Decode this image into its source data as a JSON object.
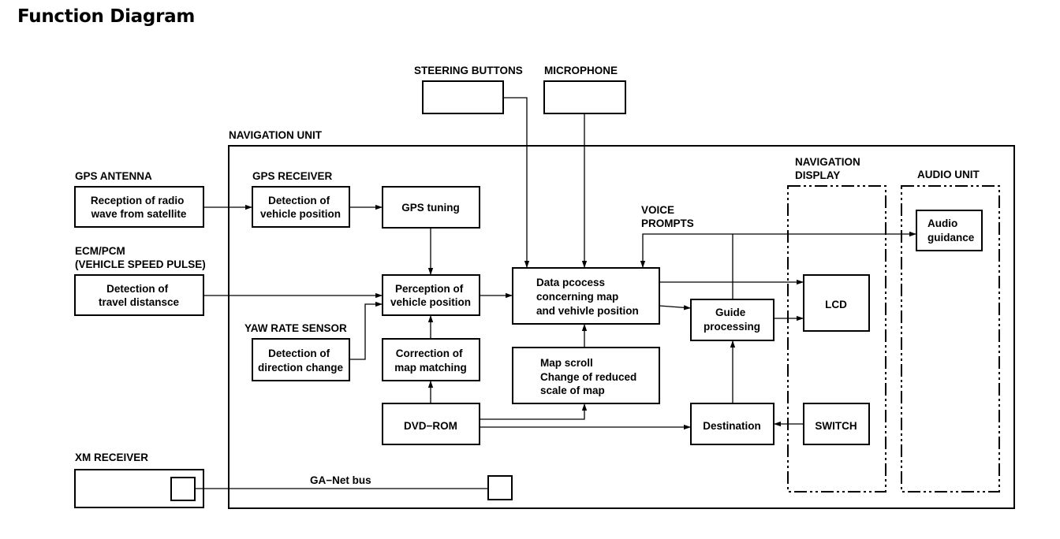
{
  "title": "Function Diagram",
  "labels": {
    "steering_buttons": "STEERING BUTTONS",
    "microphone": "MICROPHONE",
    "navigation_unit": "NAVIGATION UNIT",
    "gps_antenna": "GPS ANTENNA",
    "gps_receiver": "GPS RECEIVER",
    "ecm_pcm_1": "ECM/PCM",
    "ecm_pcm_2": "(VEHICLE SPEED PULSE)",
    "yaw_rate_sensor": "YAW RATE SENSOR",
    "xm_receiver": "XM RECEIVER",
    "navigation_display_1": "NAVIGATION",
    "navigation_display_2": "DISPLAY",
    "audio_unit": "AUDIO UNIT",
    "voice_prompts_1": "VOICE",
    "voice_prompts_2": "PROMPTS",
    "ga_net_bus": "GA−Net bus"
  },
  "boxes": {
    "reception": [
      "Reception of radio",
      "wave from satellite"
    ],
    "detection_position": [
      "Detection of",
      "vehicle position"
    ],
    "gps_tuning": [
      "GPS tuning"
    ],
    "detection_distance": [
      "Detection of",
      "travel distansce"
    ],
    "perception": [
      "Perception of",
      "vehicle position"
    ],
    "data_process": [
      "Data pcocess",
      "concerning map",
      "and vehivle position"
    ],
    "detection_direction": [
      "Detection of",
      "direction change"
    ],
    "correction": [
      "Correction of",
      "map matching"
    ],
    "map_scroll": [
      "Map scroll",
      "Change of reduced",
      "scale of map"
    ],
    "guide_processing": [
      "Guide",
      "processing"
    ],
    "lcd": [
      "LCD"
    ],
    "audio_guidance": [
      "Audio",
      "guidance"
    ],
    "dvd_rom": [
      "DVD−ROM"
    ],
    "destination": [
      "Destination"
    ],
    "switch": [
      "SWITCH"
    ]
  }
}
